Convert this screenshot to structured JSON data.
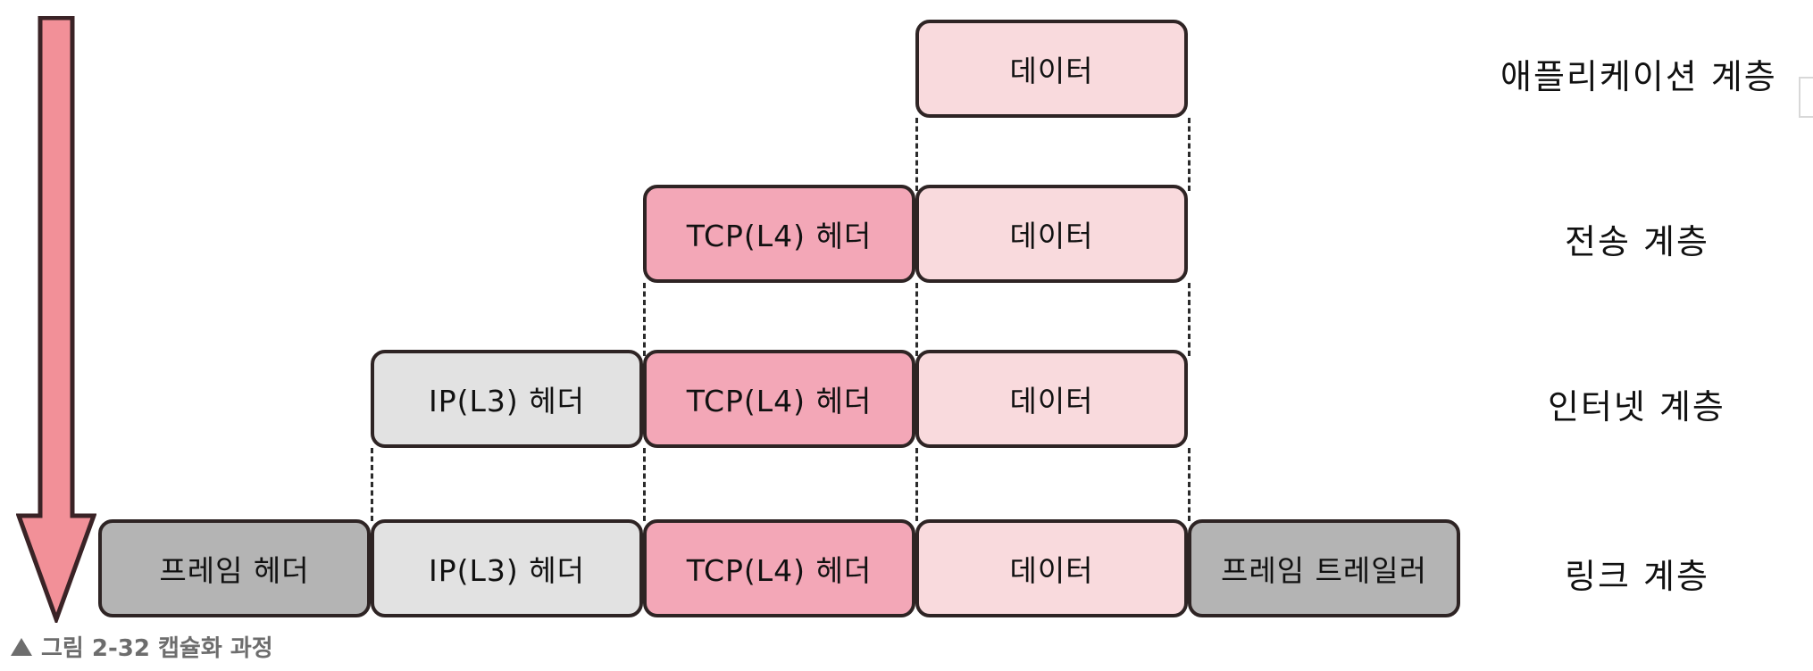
{
  "figure": {
    "caption": "그림 2-32 캡슐화 과정",
    "caption_marker": "triangle-up-icon",
    "arrow": {
      "name": "encapsulation-direction-arrow",
      "direction": "down",
      "color": "#f29098"
    }
  },
  "layers": [
    {
      "label": "애플리케이션 계층"
    },
    {
      "label": "전송 계층"
    },
    {
      "label": "인터넷 계층"
    },
    {
      "label": "링크 계층"
    }
  ],
  "rows": [
    {
      "layer": "애플리케이션 계층",
      "boxes": [
        {
          "label": "데이터",
          "kind": "data",
          "color": "#f9dadd"
        }
      ]
    },
    {
      "layer": "전송 계층",
      "boxes": [
        {
          "label": "TCP(L4) 헤더",
          "kind": "tcp",
          "color": "#f3a7b7"
        },
        {
          "label": "데이터",
          "kind": "data",
          "color": "#f9dadd"
        }
      ]
    },
    {
      "layer": "인터넷 계층",
      "boxes": [
        {
          "label": "IP(L3) 헤더",
          "kind": "ip",
          "color": "#e2e2e2"
        },
        {
          "label": "TCP(L4) 헤더",
          "kind": "tcp",
          "color": "#f3a7b7"
        },
        {
          "label": "데이터",
          "kind": "data",
          "color": "#f9dadd"
        }
      ]
    },
    {
      "layer": "링크 계층",
      "boxes": [
        {
          "label": "프레임 헤더",
          "kind": "frameh",
          "color": "#b4b4b4"
        },
        {
          "label": "IP(L3) 헤더",
          "kind": "ip",
          "color": "#e2e2e2"
        },
        {
          "label": "TCP(L4) 헤더",
          "kind": "tcp",
          "color": "#f3a7b7"
        },
        {
          "label": "데이터",
          "kind": "data",
          "color": "#f9dadd"
        },
        {
          "label": "프레임 트레일러",
          "kind": "framet",
          "color": "#b4b4b4"
        }
      ]
    }
  ]
}
